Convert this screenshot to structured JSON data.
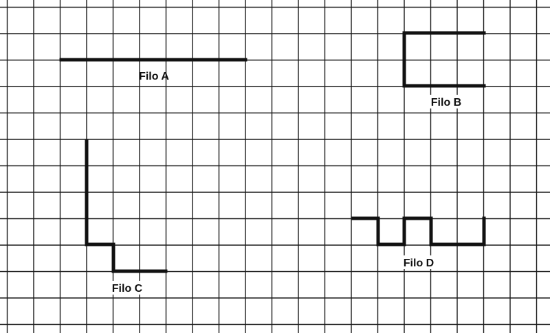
{
  "labels": {
    "wire_a": "Filo A",
    "wire_b": "Filo B",
    "wire_c": "Filo C",
    "wire_d": "Filo D"
  },
  "colors": {
    "background": "#ffffff",
    "grid": "#1a1a1a",
    "wire": "#111111"
  }
}
